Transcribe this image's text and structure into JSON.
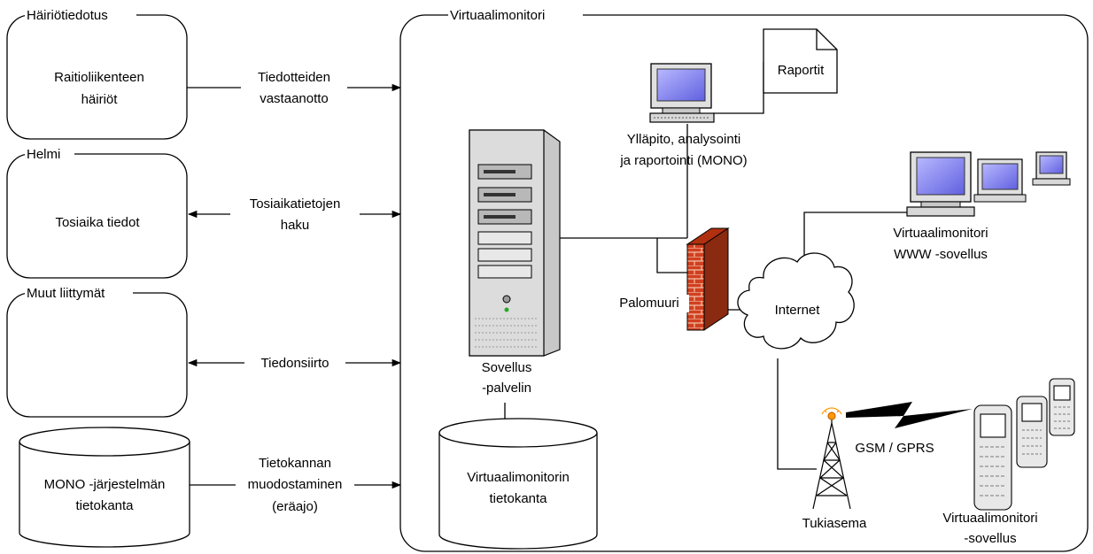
{
  "groups": {
    "hairio": "Häiriötiedotus",
    "helmi": "Helmi",
    "muut": "Muut liittymät",
    "virtuaali": "Virtuaalimonitori"
  },
  "boxes": {
    "hairio_line1": "Raitioliikenteen",
    "hairio_line2": "häiriöt",
    "helmi_text": "Tosiaika tiedot",
    "mono_db_line1": "MONO -järjestelmän",
    "mono_db_line2": "tietokanta"
  },
  "connections": {
    "c1_line1": "Tiedotteiden",
    "c1_line2": "vastaanotto",
    "c2_line1": "Tosiaikatietojen",
    "c2_line2": "haku",
    "c3": "Tiedonsiirto",
    "c4_line1": "Tietokannan",
    "c4_line2": "muodostaminen",
    "c4_line3": "(eräajo)"
  },
  "nodes": {
    "raportit": "Raportit",
    "yllapito_line1": "Ylläpito, analysointi",
    "yllapito_line2": "ja raportointi (MONO)",
    "server_line1": "Sovellus",
    "server_line2": "-palvelin",
    "vm_db_line1": "Virtuaalimonitorin",
    "vm_db_line2": "tietokanta",
    "palomuuri": "Palomuuri",
    "internet": "Internet",
    "www_line1": "Virtuaalimonitori",
    "www_line2": "WWW -sovellus",
    "gsm": "GSM / GPRS",
    "tukiasema": "Tukiasema",
    "mobile_line1": "Virtuaalimonitori",
    "mobile_line2": "-sovellus"
  },
  "colors": {
    "line": "#000000",
    "screen": "#8080ff",
    "computer_body": "#e0e0e0",
    "server_body": "#d4d4d4",
    "brick": "#d04020",
    "antenna_top": "#ff9900"
  }
}
